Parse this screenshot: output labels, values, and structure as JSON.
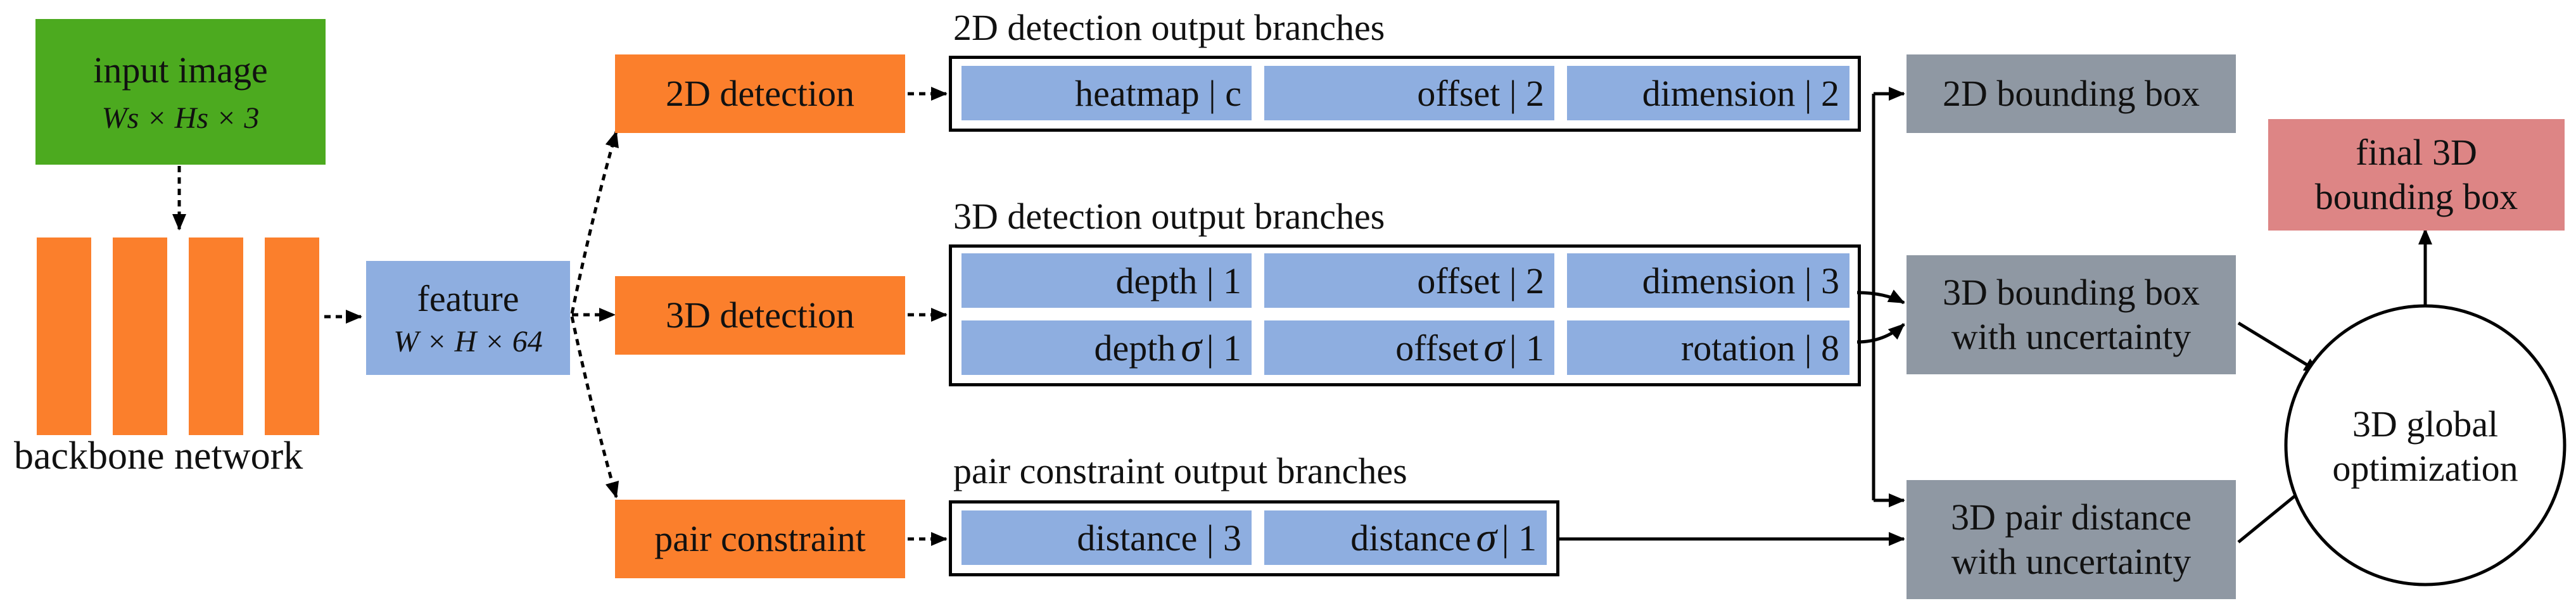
{
  "input": {
    "title": "input image",
    "dims": "Ws × Hs × 3"
  },
  "backbone": {
    "label": "backbone network"
  },
  "feature": {
    "title": "feature",
    "dims": "W × H × 64"
  },
  "heads": {
    "det2d": "2D detection",
    "det3d": "3D detection",
    "pair": "pair constraint"
  },
  "branches": {
    "det2d": {
      "title": "2D detection output branches",
      "cells": [
        {
          "name": "heatmap",
          "dim": "c"
        },
        {
          "name": "offset",
          "dim": "2"
        },
        {
          "name": "dimension",
          "dim": "2"
        }
      ]
    },
    "det3d": {
      "title": "3D detection output branches",
      "row1": [
        {
          "name": "depth",
          "dim": "1"
        },
        {
          "name": "offset",
          "dim": "2"
        },
        {
          "name": "dimension",
          "dim": "3"
        }
      ],
      "row2": [
        {
          "name": "depth",
          "sigma": "σ",
          "dim": "1"
        },
        {
          "name": "offset",
          "sigma": "σ",
          "dim": "1"
        },
        {
          "name": "rotation",
          "dim": "8"
        }
      ]
    },
    "pair": {
      "title": "pair constraint output branches",
      "cells": [
        {
          "name": "distance",
          "dim": "3"
        },
        {
          "name": "distance",
          "sigma": "σ",
          "dim": "1"
        }
      ]
    }
  },
  "outputs": {
    "bbox2d": "2D bounding box",
    "bbox3d_line1": "3D bounding box",
    "bbox3d_line2": "with uncertainty",
    "pair_line1": "3D pair distance",
    "pair_line2": "with uncertainty"
  },
  "optimization": {
    "line1": "3D global",
    "line2": "optimization"
  },
  "final": {
    "line1": "final 3D",
    "line2": "bounding box"
  },
  "colors": {
    "input": "#4caa1f",
    "backbone": "#fb7f2c",
    "feature": "#8eaee0",
    "output": "#8f98a3",
    "final": "#dd8585"
  }
}
